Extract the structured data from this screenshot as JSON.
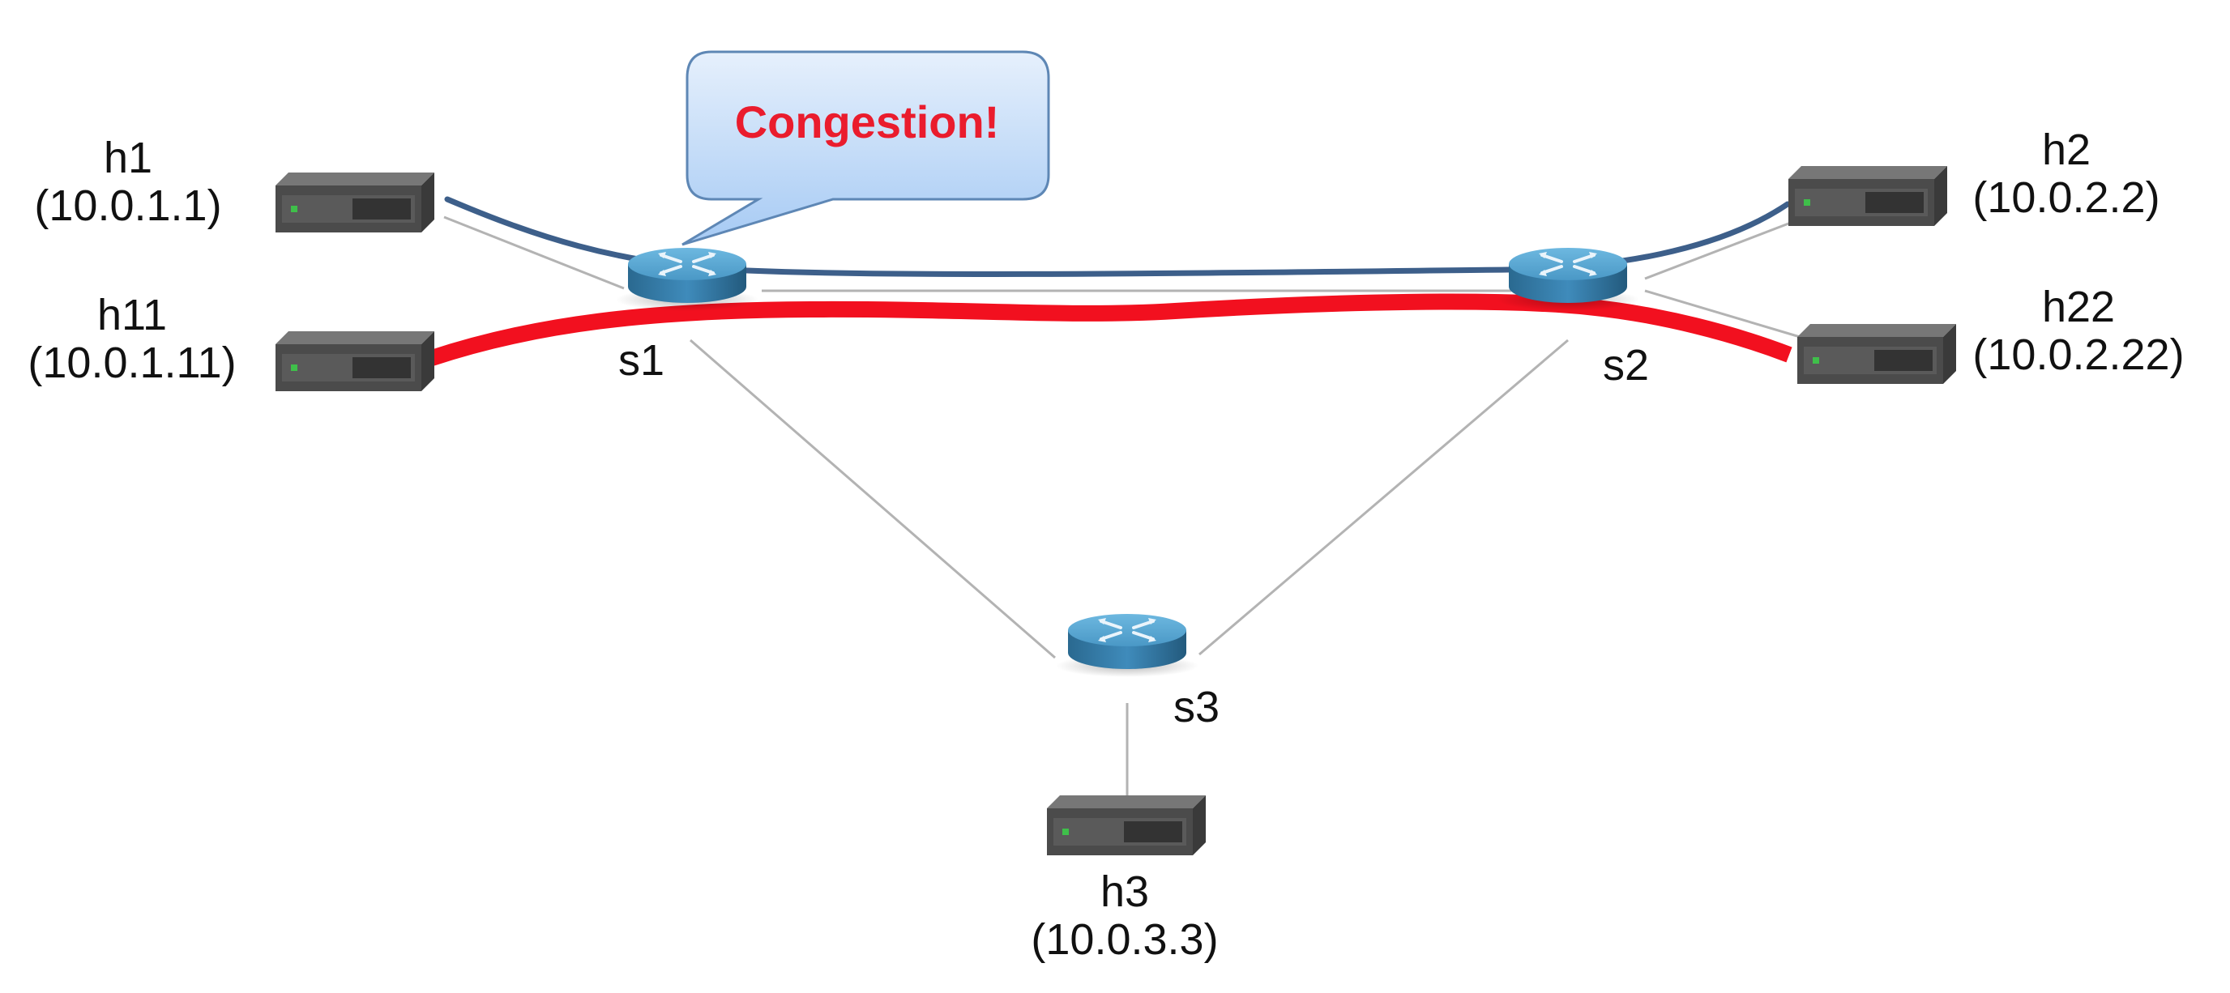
{
  "callout": {
    "text": "Congestion!"
  },
  "hosts": {
    "h1": {
      "name": "h1",
      "ip": "(10.0.1.1)"
    },
    "h11": {
      "name": "h11",
      "ip": "(10.0.1.11)"
    },
    "h2": {
      "name": "h2",
      "ip": "(10.0.2.2)"
    },
    "h22": {
      "name": "h22",
      "ip": "(10.0.2.22)"
    },
    "h3": {
      "name": "h3",
      "ip": "(10.0.3.3)"
    }
  },
  "switches": {
    "s1": {
      "name": "s1"
    },
    "s2": {
      "name": "s2"
    },
    "s3": {
      "name": "s3"
    }
  },
  "links": [
    {
      "from": "h1",
      "to": "s1"
    },
    {
      "from": "h11",
      "to": "s1"
    },
    {
      "from": "s1",
      "to": "s2"
    },
    {
      "from": "s2",
      "to": "h2"
    },
    {
      "from": "s2",
      "to": "h22"
    },
    {
      "from": "s1",
      "to": "s3"
    },
    {
      "from": "s2",
      "to": "s3"
    },
    {
      "from": "s3",
      "to": "h3"
    }
  ],
  "flows": [
    {
      "from": "h1",
      "to": "h2",
      "color": "#3d5f8a"
    },
    {
      "from": "h11",
      "to": "h22",
      "color": "#f2101f"
    }
  ],
  "colors": {
    "link": "#b3b3b3",
    "host_body": "#4a4a4a",
    "host_led": "#3fbf4a",
    "switch_top": "#5aa9d6",
    "switch_side": "#2c6b94",
    "callout_fill_top": "#e2eefc",
    "callout_fill_bottom": "#a9cdf5",
    "callout_border": "#5e87b5",
    "callout_text": "#ea1c2d"
  }
}
